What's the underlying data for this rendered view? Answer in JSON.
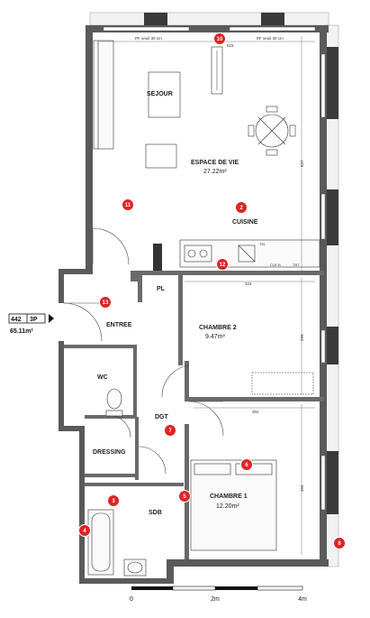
{
  "unit": {
    "id": "442",
    "type": "3P",
    "area": "65.11m²"
  },
  "rooms": {
    "sejour": "SEJOUR",
    "espace_de_vie": "ESPACE DE VIE",
    "espace_de_vie_area": "27.22m²",
    "cuisine": "CUISINE",
    "pl": "PL",
    "entree": "ENTREE",
    "chambre2": "CHAMBRE 2",
    "chambre2_area": "9.47m²",
    "wc": "WC",
    "dgt": "DGT",
    "dressing": "DRESSING",
    "chambre1": "CHAMBRE 1",
    "chambre1_area": "12.20m²",
    "sdb": "SDB"
  },
  "dimensions": {
    "top_left_window": "PF seuil 30 cm",
    "top_right_window": "PF seuil 30 cm",
    "top_width": "515",
    "right_upper": "637",
    "mid_width_upper": "324",
    "right_middle": "299",
    "mid_width_lower": "302",
    "right_lower": "404",
    "kitchen_tel": "TEL",
    "kitchen_code": "CLE-B",
    "kitchen_code2": "TBT"
  },
  "markers": [
    "10",
    "11",
    "2",
    "12",
    "13",
    "7",
    "6",
    "3",
    "5",
    "4",
    "8"
  ],
  "marker_color": "#e02424",
  "scale": {
    "labels": [
      "0",
      "2m",
      "4m"
    ]
  }
}
